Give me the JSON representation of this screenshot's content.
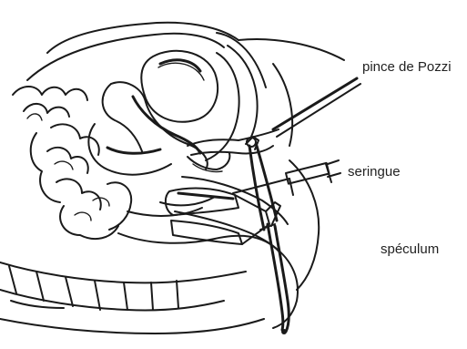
{
  "labels": {
    "forceps": "pince de Pozzi",
    "syringe": "seringue",
    "speculum": "spéculum"
  },
  "colors": {
    "ink": "#1a1a1a",
    "background": "#ffffff"
  }
}
